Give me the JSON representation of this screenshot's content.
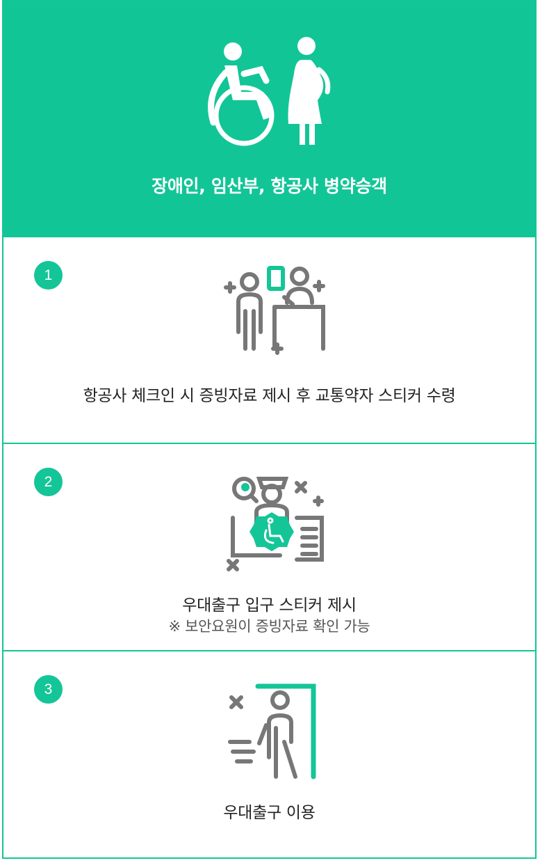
{
  "header": {
    "title": "장애인, 임산부, 항공사 병약승객",
    "icon": "wheelchair-pregnant-icon",
    "background_color": "#12c597"
  },
  "accent_color": "#14c597",
  "steps": [
    {
      "number": "1",
      "text": "항공사 체크인 시 증빙자료 제시 후 교통약자 스티커 수령",
      "icon": "checkin-counter-icon"
    },
    {
      "number": "2",
      "text": "우대출구 입구 스티커 제시",
      "note": "※ 보안요원이 증빙자료 확인 가능",
      "icon": "security-officer-sticker-icon"
    },
    {
      "number": "3",
      "text": "우대출구 이용",
      "icon": "exit-door-walking-icon"
    }
  ]
}
